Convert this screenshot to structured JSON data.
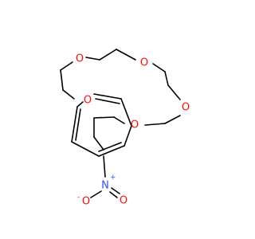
{
  "molecule": {
    "colors": {
      "oxygen": "#ff0d0d",
      "nitrogen": "#3050f8",
      "carbon_bond": "#000000"
    },
    "atoms": {
      "O1": {
        "symbol": "O"
      },
      "O2": {
        "symbol": "O"
      },
      "O3": {
        "symbol": "O"
      },
      "O4": {
        "symbol": "O"
      },
      "O5": {
        "symbol": "O"
      },
      "N1": {
        "symbol": "N",
        "charge": "+"
      },
      "ON1": {
        "symbol": "O",
        "charge": "-"
      },
      "ON2": {
        "symbol": "O"
      }
    }
  }
}
